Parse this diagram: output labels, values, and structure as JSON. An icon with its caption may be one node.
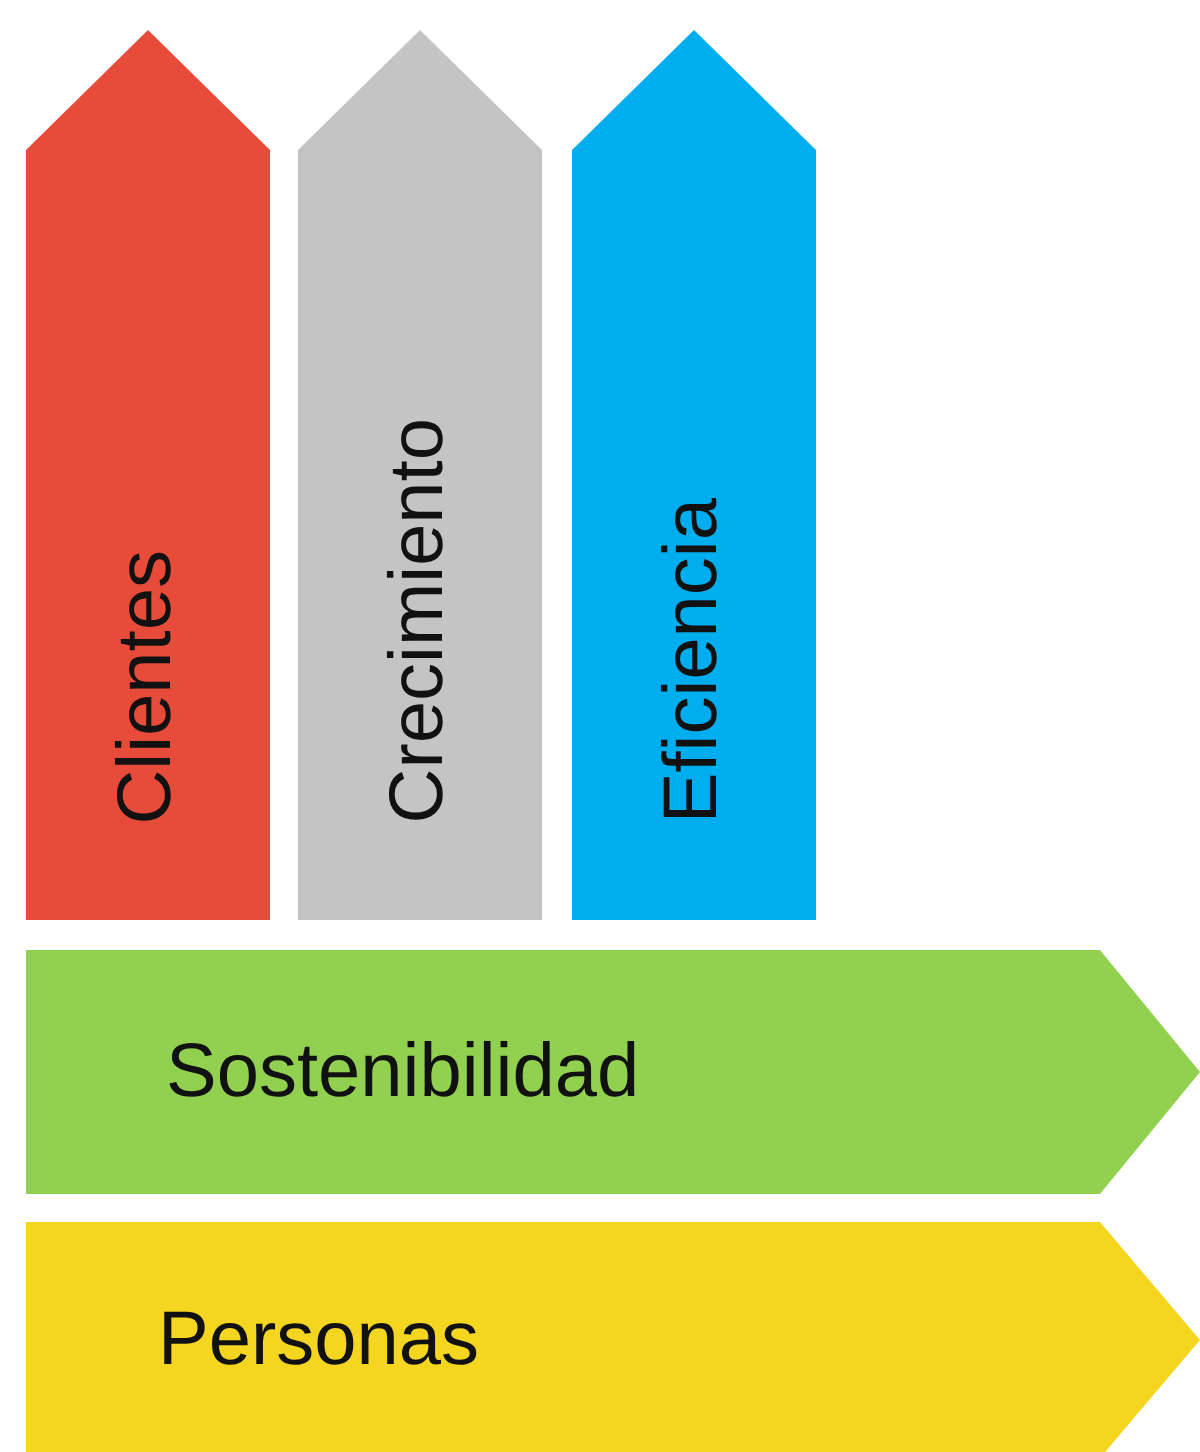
{
  "diagram": {
    "nodes": [
      {
        "text": [
          "Clientes"
        ]
      },
      {
        "text": [
          "Crecimiento"
        ]
      },
      {
        "text": [
          "Eficiencia"
        ]
      },
      {
        "text": [
          "Sostenibilidad"
        ]
      },
      {
        "text": [
          "Personas"
        ]
      }
    ]
  }
}
